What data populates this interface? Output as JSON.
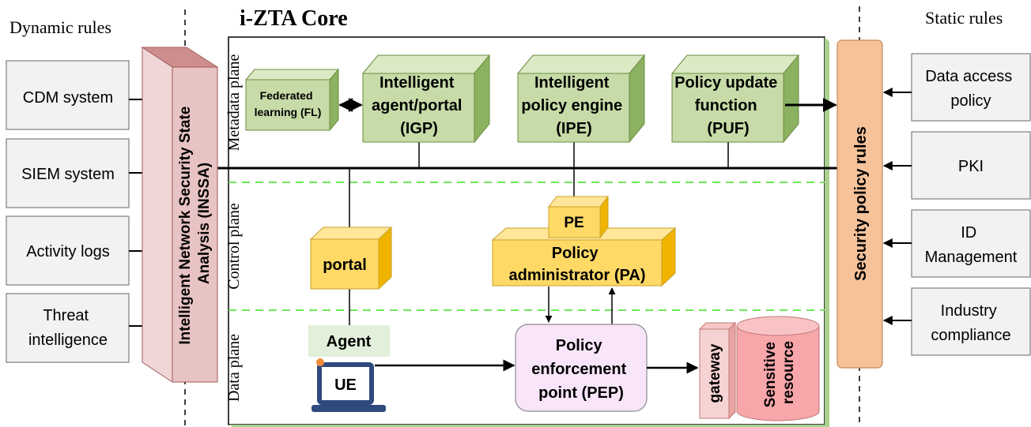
{
  "title": "i-ZTA Core",
  "headings": {
    "dynamic_rules": "Dynamic rules",
    "static_rules": "Static rules"
  },
  "planes": {
    "metadata": "Metadata plane",
    "control": "Control plane",
    "data": "Data plane"
  },
  "left_sources": [
    {
      "lines": [
        "CDM system"
      ]
    },
    {
      "lines": [
        "SIEM system"
      ]
    },
    {
      "lines": [
        "Activity logs"
      ]
    },
    {
      "lines": [
        "Threat",
        "intelligence"
      ]
    }
  ],
  "inssa": {
    "lines": [
      "Intelligent Network Security State",
      "Analysis (INSSA)"
    ]
  },
  "right_sources": [
    {
      "lines": [
        "Data access",
        "policy"
      ]
    },
    {
      "lines": [
        "PKI"
      ]
    },
    {
      "lines": [
        "ID",
        "Management"
      ]
    },
    {
      "lines": [
        "Industry",
        "compliance"
      ]
    }
  ],
  "security_rules": {
    "label": "Security policy rules"
  },
  "metadata_components": {
    "fl": {
      "lines": [
        "Federated",
        "learning (FL)"
      ]
    },
    "igp": {
      "lines": [
        "Intelligent",
        "agent/portal",
        "(IGP)"
      ]
    },
    "ipe": {
      "lines": [
        "Intelligent",
        "policy engine",
        "(IPE)"
      ]
    },
    "puf": {
      "lines": [
        "Policy update",
        "function",
        "(PUF)"
      ]
    }
  },
  "control_components": {
    "portal": {
      "label": "portal"
    },
    "pe": {
      "label": "PE"
    },
    "pa": {
      "lines": [
        "Policy",
        "administrator (PA)"
      ]
    }
  },
  "data_components": {
    "agent": {
      "label": "Agent"
    },
    "ue": {
      "label": "UE"
    },
    "pep": {
      "lines": [
        "Policy",
        "enforcement",
        "point (PEP)"
      ]
    },
    "gateway": {
      "label": "gateway"
    },
    "resource": {
      "lines": [
        "Sensitive",
        "resource"
      ]
    }
  },
  "colors": {
    "green_front": "#c6dba7",
    "green_top": "#dbe9c5",
    "green_side": "#8bb161",
    "yellow_front": "#ffd966",
    "yellow_top": "#ffe699",
    "yellow_side": "#f0b400",
    "inssa": "#e8c3c3",
    "security": "#f5c29a",
    "pep": "#f9e5fa",
    "resource": "#f7a6a9",
    "dashed_green": "#6ee65a"
  }
}
